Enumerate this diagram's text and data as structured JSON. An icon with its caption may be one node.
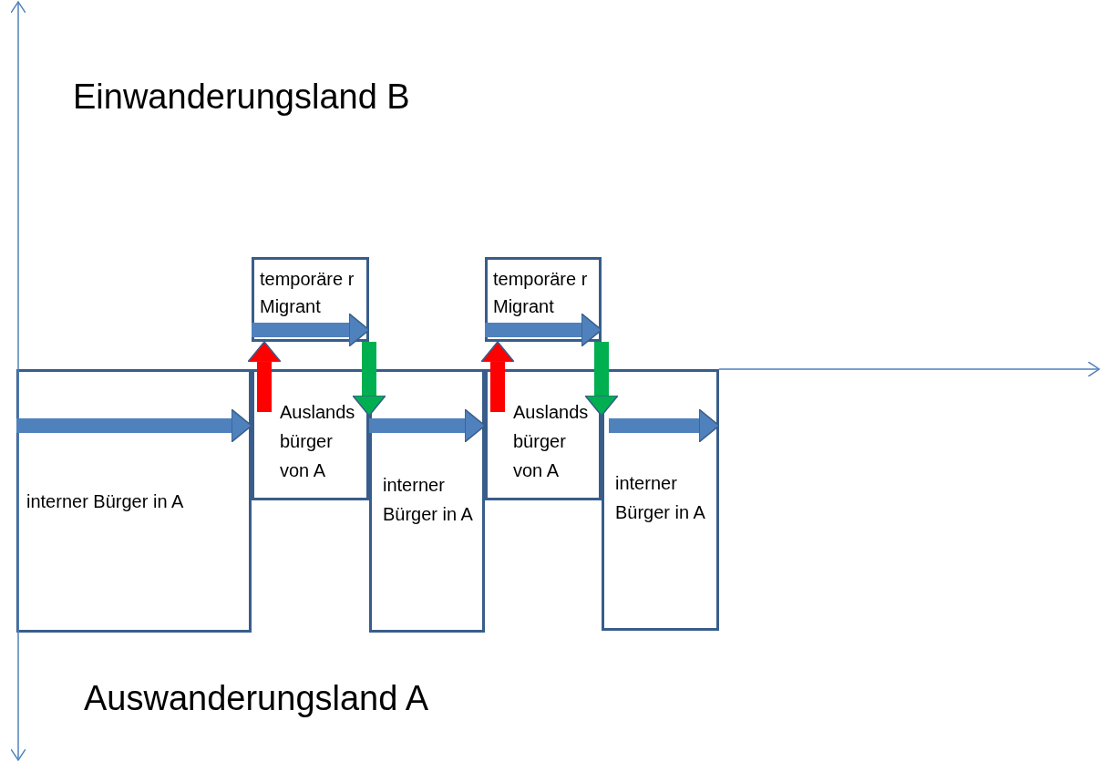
{
  "diagram": {
    "nodes": [
      {
        "text": [
          "interner Bürger in A"
        ]
      },
      {
        "text": [
          "temporäre r Migrant"
        ]
      },
      {
        "text": [
          "Auslands bürger von A"
        ]
      },
      {
        "text": [
          "interner Bürger in A"
        ]
      },
      {
        "text": [
          "temporäre r Migrant"
        ]
      },
      {
        "text": [
          "Auslands bürger von A"
        ]
      },
      {
        "text": [
          "interner Bürger in A"
        ]
      }
    ],
    "edges": [
      {
        "from": 0,
        "to": 2,
        "arrow": "to"
      },
      {
        "from": 2,
        "to": 1,
        "arrow": "to",
        "color": "#ff0000"
      },
      {
        "from": 1,
        "to": 3,
        "arrow": "to",
        "color": "#00b050"
      },
      {
        "from": 3,
        "to": 5,
        "arrow": "to"
      },
      {
        "from": 5,
        "to": 4,
        "arrow": "to",
        "color": "#ff0000"
      },
      {
        "from": 4,
        "to": 6,
        "arrow": "to",
        "color": "#00b050"
      }
    ],
    "labels": [
      "Einwanderungsland B",
      "Auswanderungsland A"
    ]
  }
}
